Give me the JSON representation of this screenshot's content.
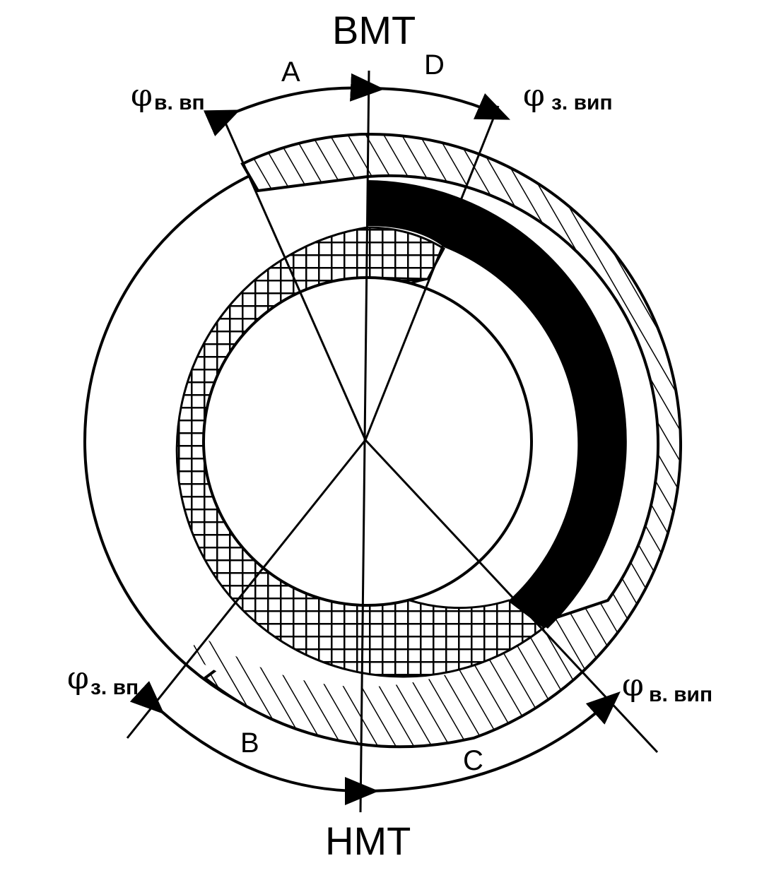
{
  "labels": {
    "top_dead_center": "ВМТ",
    "bottom_dead_center": "НМТ",
    "arc_a": "A",
    "arc_b": "B",
    "arc_c": "C",
    "arc_d": "D"
  },
  "angles": {
    "intake_open": {
      "symbol": "φ",
      "sub": "в. вп"
    },
    "exhaust_close": {
      "symbol": "φ",
      "sub": "з. вип"
    },
    "intake_close": {
      "symbol": "φ",
      "sub": "з. вп"
    },
    "exhaust_open": {
      "symbol": "φ",
      "sub": "в. вип"
    }
  },
  "colors": {
    "ink": "#000000",
    "paper": "#ffffff"
  }
}
